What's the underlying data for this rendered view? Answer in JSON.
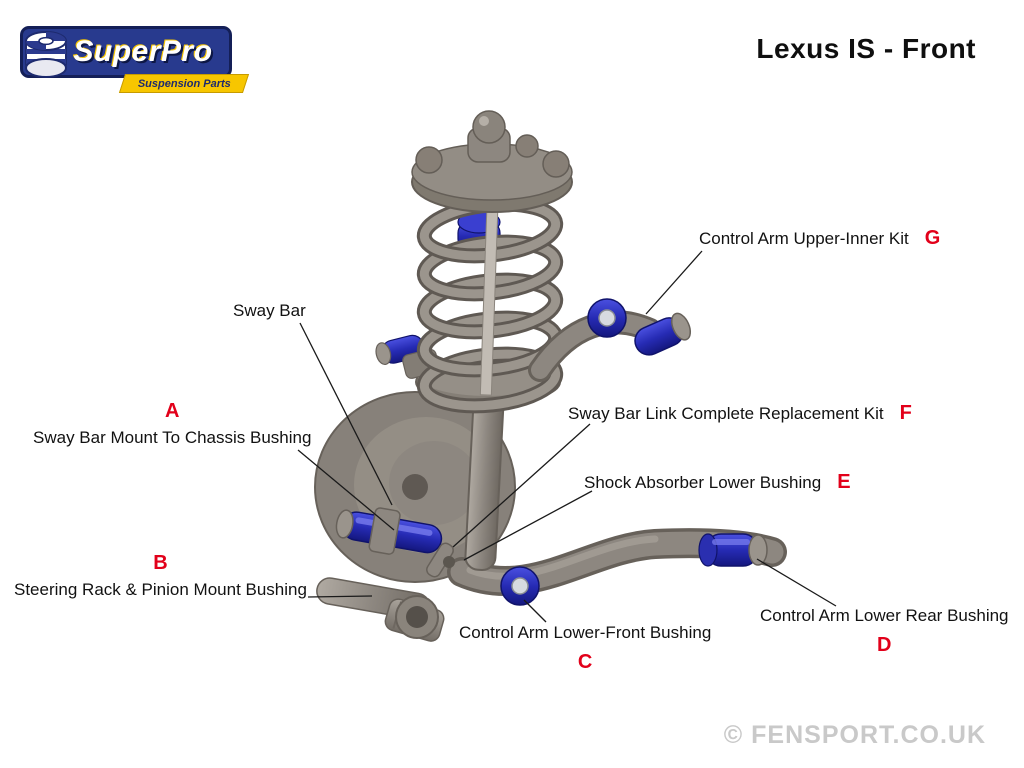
{
  "logo": {
    "name": "SuperPro",
    "tagline": "Suspension Parts"
  },
  "title": "Lexus IS - Front",
  "watermark": "© FENSPORT.CO.UK",
  "colors": {
    "letter_red": "#e2001a",
    "bushing_blue": "#262bb4",
    "logo_blue": "#283a8e",
    "logo_yellow": "#f7c600",
    "metal_gray": "#8d8780"
  },
  "labels": {
    "sway_bar": {
      "text": "Sway Bar",
      "letter": ""
    },
    "sway_bar_mount": {
      "text": "Sway Bar Mount To Chassis Bushing",
      "letter": "A"
    },
    "steering_rack": {
      "text": "Steering Rack & Pinion Mount Bushing",
      "letter": "B"
    },
    "lower_front": {
      "text": "Control Arm Lower-Front Bushing",
      "letter": "C"
    },
    "lower_rear": {
      "text": "Control Arm Lower Rear Bushing",
      "letter": "D"
    },
    "shock_lower": {
      "text": "Shock Absorber Lower Bushing",
      "letter": "E"
    },
    "sway_bar_link": {
      "text": "Sway Bar Link Complete Replacement Kit",
      "letter": "F"
    },
    "upper_inner": {
      "text": "Control Arm Upper-Inner Kit",
      "letter": "G"
    }
  }
}
